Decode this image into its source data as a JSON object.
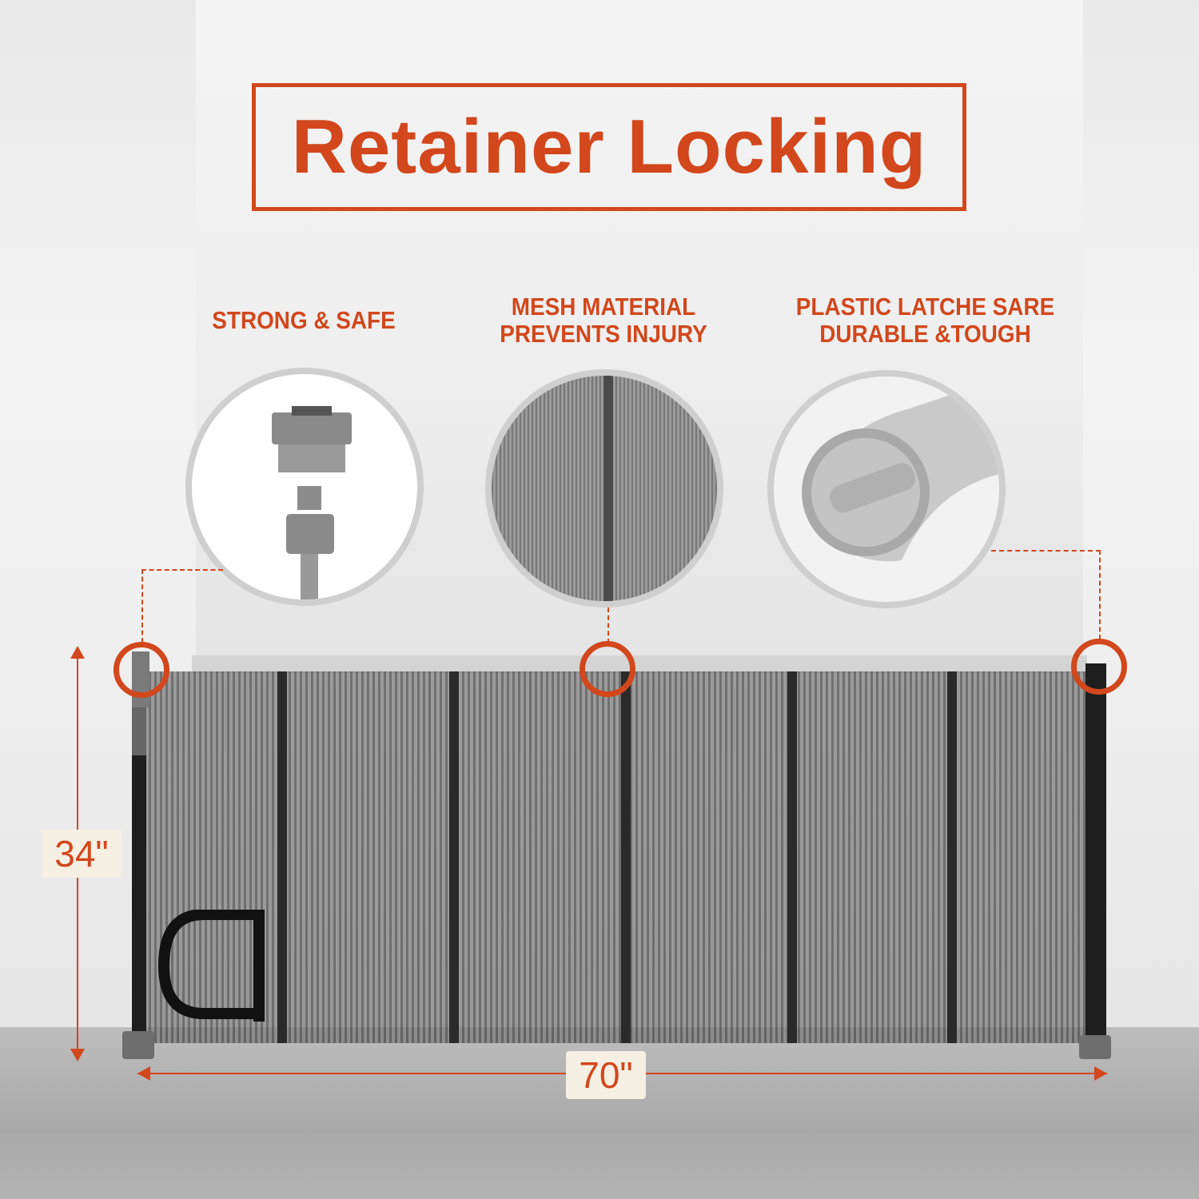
{
  "title": "Retainer Locking",
  "features": [
    {
      "lines": [
        "STRONG & SAFE"
      ]
    },
    {
      "lines": [
        "MESH MATERIAL",
        "PREVENTS INJURY"
      ]
    },
    {
      "lines": [
        "PLASTIC LATCHE  SARE",
        "DURABLE &TOUGH"
      ]
    }
  ],
  "dimensions": {
    "height": "34\"",
    "width": "70\""
  },
  "colors": {
    "accent": "#d2471c",
    "mesh": "#6e6e6e",
    "pole": "#1e1e1e"
  }
}
